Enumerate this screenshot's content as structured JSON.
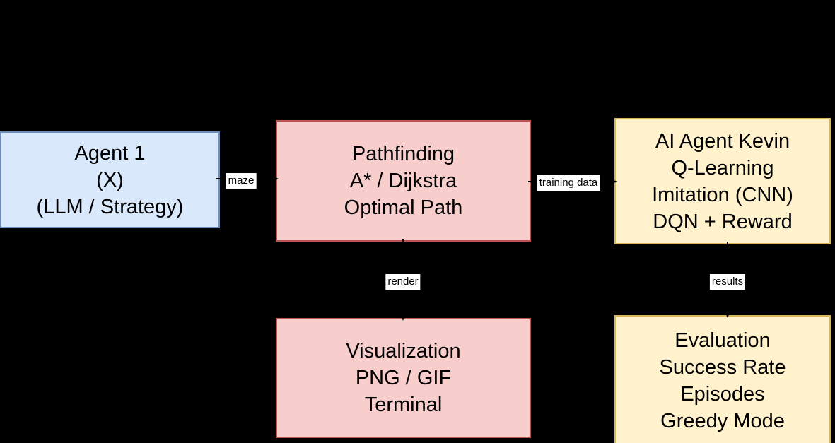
{
  "diagram": {
    "colors": {
      "background": "#000000",
      "node_text": "#000000",
      "edge_label_background": "#ffffff",
      "edge_label_text": "#000000",
      "arrow": "#000000",
      "blue_fill": "#dae8fc",
      "blue_stroke": "#6c8ebf",
      "pink_fill": "#f8cecc",
      "pink_stroke": "#b85450",
      "yellow_fill": "#fff2cc",
      "yellow_stroke": "#d6b656"
    },
    "nodes": [
      {
        "id": "agent1",
        "color": "blue",
        "fill": "#dae8fc",
        "stroke": "#6c8ebf",
        "lines": [
          "Agent 1",
          "(X)",
          "(LLM / Strategy)"
        ]
      },
      {
        "id": "pathfinding",
        "color": "pink",
        "fill": "#f8cecc",
        "stroke": "#b85450",
        "lines": [
          "Pathfinding",
          "A* / Dijkstra",
          "Optimal Path"
        ]
      },
      {
        "id": "ai-agent-kevin",
        "color": "yellow",
        "fill": "#fff2cc",
        "stroke": "#d6b656",
        "lines": [
          "AI Agent Kevin",
          "Q-Learning",
          "Imitation (CNN)",
          "DQN + Reward"
        ]
      },
      {
        "id": "visualization",
        "color": "pink",
        "fill": "#f8cecc",
        "stroke": "#b85450",
        "lines": [
          "Visualization",
          "PNG / GIF",
          "Terminal"
        ]
      },
      {
        "id": "evaluation",
        "color": "yellow",
        "fill": "#fff2cc",
        "stroke": "#d6b656",
        "lines": [
          "Evaluation",
          "Success Rate",
          "Episodes",
          "Greedy Mode"
        ]
      }
    ],
    "edges": [
      {
        "from": "agent1",
        "to": "pathfinding",
        "label": "maze"
      },
      {
        "from": "pathfinding",
        "to": "ai-agent-kevin",
        "label": "training data"
      },
      {
        "from": "pathfinding",
        "to": "visualization",
        "label": "render"
      },
      {
        "from": "ai-agent-kevin",
        "to": "evaluation",
        "label": "results"
      }
    ]
  }
}
